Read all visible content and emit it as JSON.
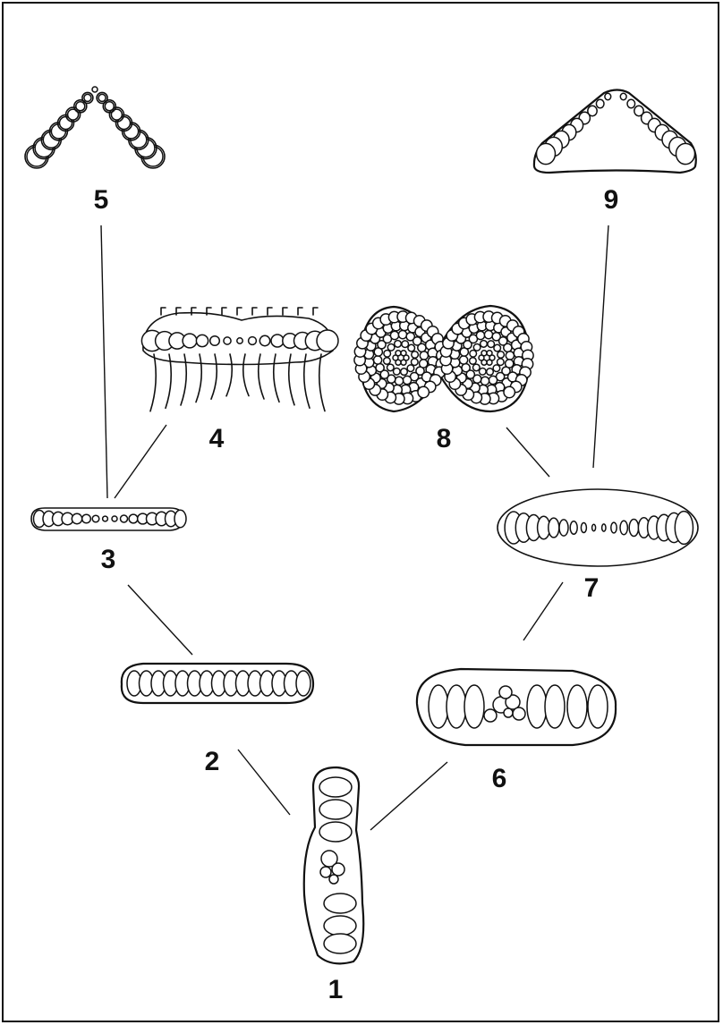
{
  "figure": {
    "nodes": [
      {
        "id": "1",
        "label": "1"
      },
      {
        "id": "2",
        "label": "2"
      },
      {
        "id": "3",
        "label": "3"
      },
      {
        "id": "4",
        "label": "4"
      },
      {
        "id": "5",
        "label": "5"
      },
      {
        "id": "6",
        "label": "6"
      },
      {
        "id": "7",
        "label": "7"
      },
      {
        "id": "8",
        "label": "8"
      },
      {
        "id": "9",
        "label": "9"
      }
    ],
    "edges": [
      [
        "1",
        "2"
      ],
      [
        "2",
        "3"
      ],
      [
        "3",
        "4"
      ],
      [
        "3",
        "5"
      ],
      [
        "1",
        "6"
      ],
      [
        "6",
        "7"
      ],
      [
        "7",
        "8"
      ],
      [
        "7",
        "9"
      ]
    ]
  },
  "colors": {
    "ink": "#111111",
    "background": "#ffffff"
  }
}
